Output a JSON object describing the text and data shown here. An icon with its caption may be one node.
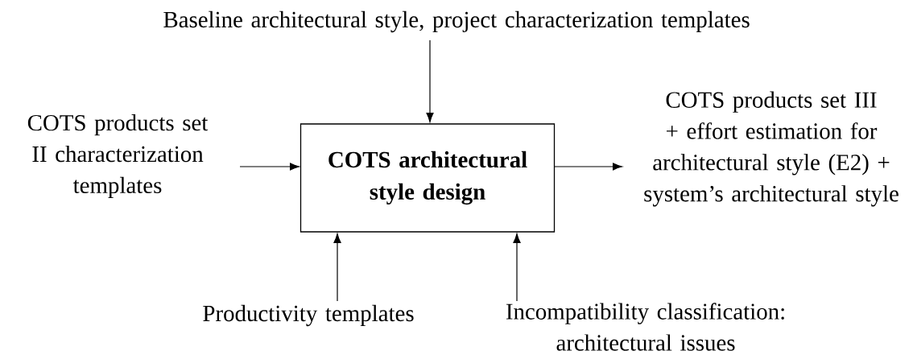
{
  "diagram": {
    "nodes": [
      {
        "text": [
          "COTS architectural style design"
        ]
      },
      {
        "text": [
          "Baseline architectural style, project characterization templates"
        ]
      },
      {
        "text": [
          "COTS products set II characterization templates"
        ]
      },
      {
        "text": [
          "COTS products set III + effort estimation for architectural style (E2) + system’s architectural style"
        ]
      },
      {
        "text": [
          "Productivity templates"
        ]
      },
      {
        "text": [
          "Incompatibility classification: architectural issues"
        ]
      }
    ],
    "edges": [
      {
        "from": 1,
        "to": 0,
        "arrow": "to"
      },
      {
        "from": 2,
        "to": 0,
        "arrow": "to"
      },
      {
        "from": 0,
        "to": 3,
        "arrow": "to"
      },
      {
        "from": 4,
        "to": 0,
        "arrow": "to"
      },
      {
        "from": 5,
        "to": 0,
        "arrow": "to"
      }
    ]
  }
}
